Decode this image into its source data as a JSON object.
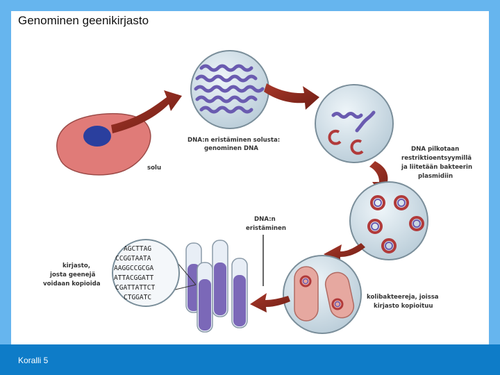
{
  "slide": {
    "title": "Genominen geenikirjasto",
    "footer": "Koralli 5"
  },
  "diagram": {
    "labels": {
      "cell": "solu",
      "dna_isolation_line1": "DNA:n eristäminen solusta:",
      "dna_isolation_line2": "genominen DNA",
      "cut_line1": "DNA pilkotaan",
      "cut_line2": "restriktioentsyymillä",
      "cut_line3": "ja liitetään bakteerin",
      "cut_line4": "plasmidiin",
      "isolation_line1": "DNA:n",
      "isolation_line2": "eristäminen",
      "bacteria_line1": "kolibakteereja, joissa",
      "bacteria_line2": "kirjasto kopioituu",
      "library_line1": "kirjasto,",
      "library_line2": "josta geenejä",
      "library_line3": "voidaan kopioida"
    },
    "sequence_lines": [
      "AGCTTAG",
      "CCGGTAATA",
      "AAGGCCGCGA",
      "ATTACGGATT",
      "CGATTATTCT",
      "CTGGATC"
    ],
    "colors": {
      "arrow": "#8b2a1e",
      "cell": "#e07b78",
      "nucleus": "#2a3f9e",
      "dna": "#6a5bb0",
      "bubble": "#cfe0ea",
      "plasmid": "#b13a3a",
      "tube_liquid": "#7b68b8"
    }
  }
}
